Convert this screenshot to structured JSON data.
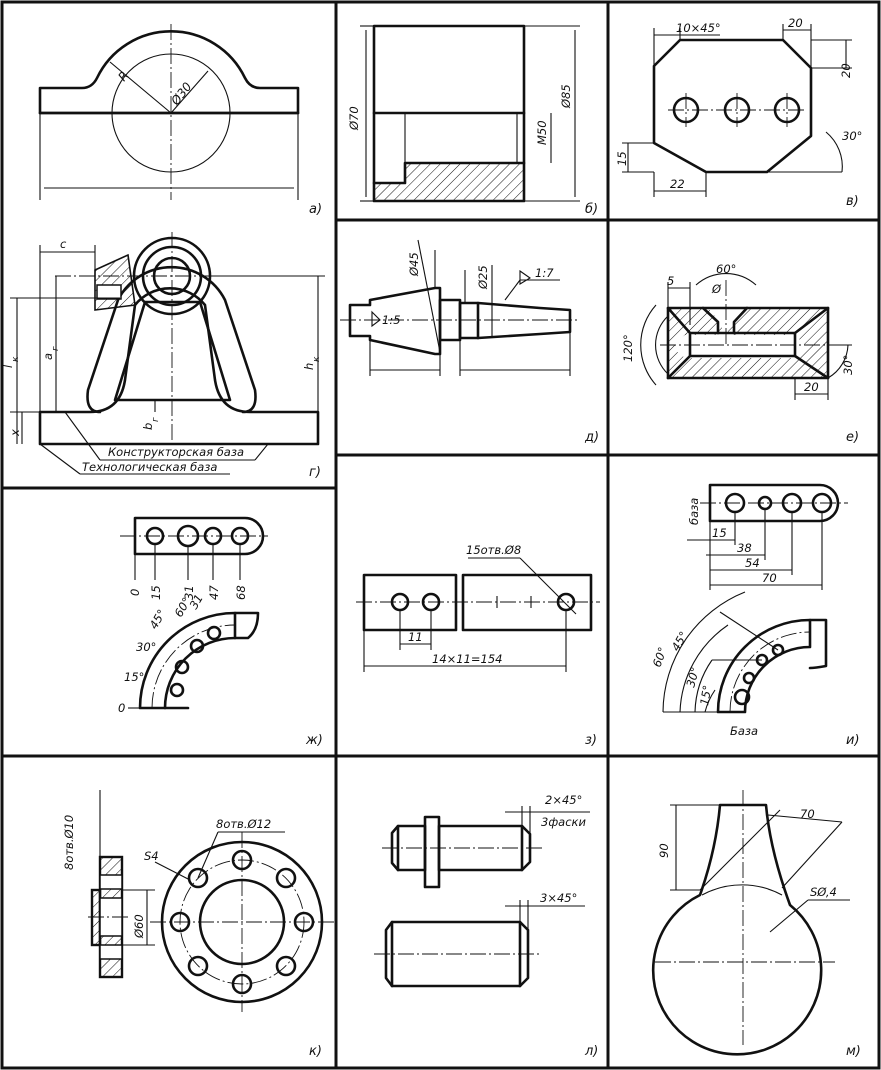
{
  "panels": {
    "a": {
      "label": "а)",
      "dims": [
        "R",
        "Ø30"
      ]
    },
    "b": {
      "label": "б)",
      "dims": [
        "Ø70",
        "M50",
        "Ø85"
      ]
    },
    "v": {
      "label": "в)",
      "dims": [
        "10×45°",
        "20",
        "20",
        "15",
        "22",
        "30°"
      ]
    },
    "g": {
      "label": "г)",
      "dims": [
        "c",
        "a",
        "г",
        "l",
        "к",
        "h",
        "к",
        "b",
        "г",
        "x"
      ],
      "notes": [
        "Конструкторская база",
        "Технологическая база"
      ]
    },
    "d": {
      "label": "д)",
      "dims": [
        "Ø45",
        "Ø25",
        "1:7",
        "1:5"
      ]
    },
    "e": {
      "label": "е)",
      "dims": [
        "5",
        "60°",
        "Ø",
        "120°",
        "30°",
        "20"
      ]
    },
    "zh": {
      "label": "ж)",
      "dims": [
        "0",
        "15",
        "31",
        "47",
        "68",
        "60°",
        "45°",
        "31",
        "30°",
        "15°",
        "0"
      ]
    },
    "z": {
      "label": "з)",
      "dims": [
        "15отв.Ø8",
        "11",
        "14×11=154"
      ]
    },
    "i": {
      "label": "и)",
      "dims": [
        "база",
        "15",
        "38",
        "54",
        "70",
        "60°",
        "45°",
        "30°",
        "15°",
        "База"
      ]
    },
    "k": {
      "label": "к)",
      "dims": [
        "8отв.Ø10",
        "8отв.Ø12",
        "S4",
        "Ø60"
      ]
    },
    "l": {
      "label": "л)",
      "dims": [
        "2×45°",
        "3фаски",
        "3×45°"
      ]
    },
    "m": {
      "label": "м)",
      "dims": [
        "70",
        "90",
        "SØ,4"
      ]
    }
  }
}
